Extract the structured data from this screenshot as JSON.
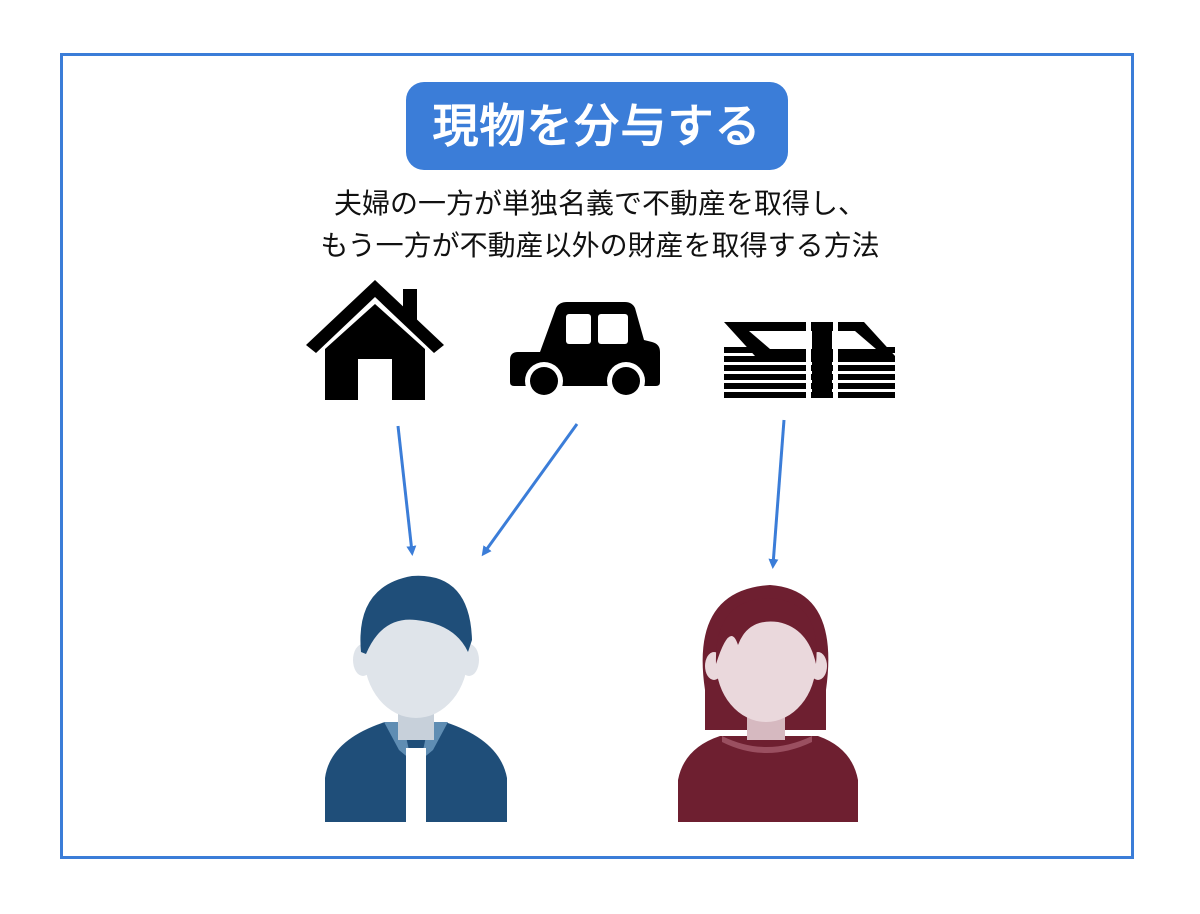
{
  "title": "現物を分与する",
  "description": {
    "line1": "夫婦の一方が単独名義で不動産を取得し、",
    "line2": "もう一方が不動産以外の財産を取得する方法"
  },
  "colors": {
    "accent": "#3b7dd8",
    "icon": "#000000",
    "man_hair": "#1f4e79",
    "man_jacket": "#1f4e79",
    "woman_hair": "#6e1f30",
    "woman_top": "#6e1f30",
    "skin_man": "#dfe4ea",
    "skin_woman": "#ead8dc"
  },
  "icons": {
    "house": "house-icon",
    "car": "car-icon",
    "money": "cash-stack-icon",
    "husband": "man-avatar",
    "wife": "woman-avatar"
  },
  "flows": [
    {
      "from": "house",
      "to": "husband"
    },
    {
      "from": "car",
      "to": "husband"
    },
    {
      "from": "money",
      "to": "wife"
    }
  ]
}
